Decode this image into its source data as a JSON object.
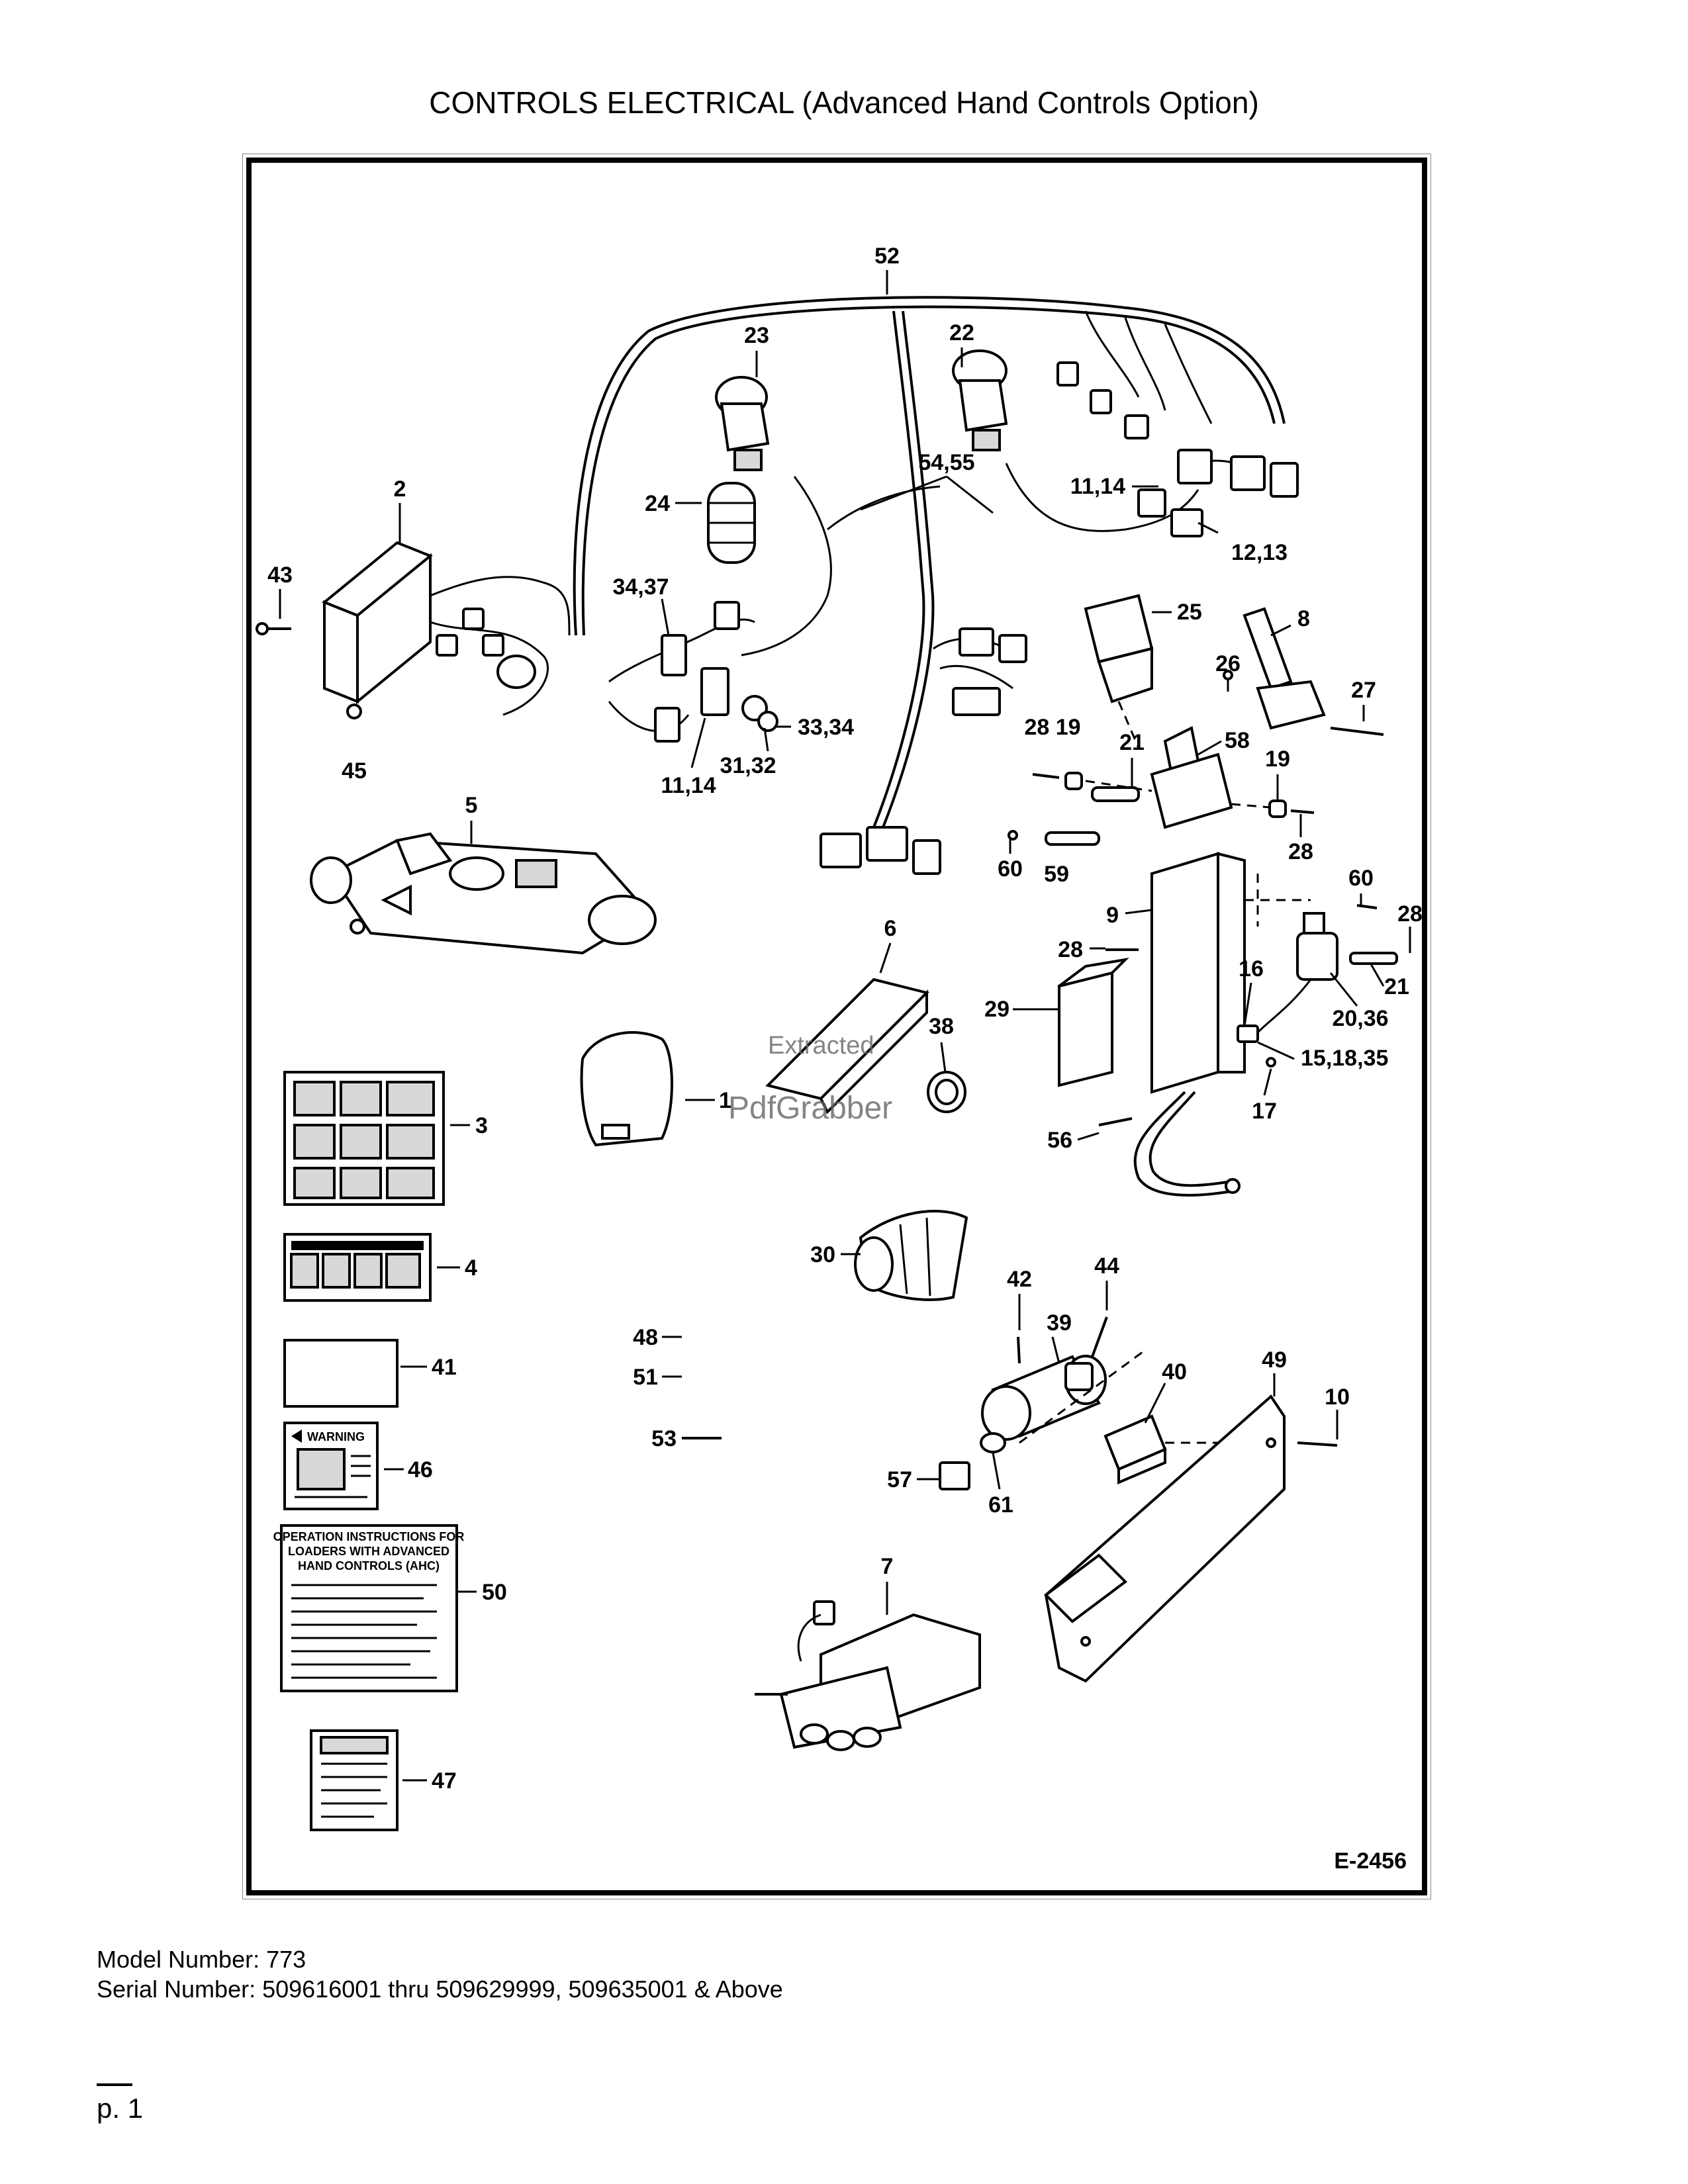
{
  "page": {
    "title": "CONTROLS ELECTRICAL (Advanced Hand Controls Option)",
    "model_number": "Model Number: 773",
    "serial_number": "Serial Number: 509616001 thru 509629999, 509635001 & Above",
    "page_number": "p. 1"
  },
  "diagram": {
    "drawing_id": "E-2456",
    "callouts": {
      "c52": "52",
      "c23": "23",
      "c22": "22",
      "c2": "2",
      "c43": "43",
      "c24": "24",
      "c5455": "54,55",
      "c1114a": "11,14",
      "c1213": "12,13",
      "c3437": "34,37",
      "c25": "25",
      "c8": "8",
      "c26": "26",
      "c27": "27",
      "c45": "45",
      "c3334": "33,34",
      "c2819": "28 19",
      "c21a": "21",
      "c58": "58",
      "c19": "19",
      "c3132": "31,32",
      "c1114b": "11,14",
      "c5": "5",
      "c60a": "60",
      "c59": "59",
      "c28a": "28",
      "c60b": "60",
      "c9": "9",
      "c28b": "28",
      "c28c": "28",
      "c6": "6",
      "c16": "16",
      "c21b": "21",
      "c29": "29",
      "c38": "38",
      "c2036": "20,36",
      "c151835": "15,18,35",
      "c1": "1",
      "c17": "17",
      "c3": "3",
      "c56": "56",
      "c4": "4",
      "c30": "30",
      "c42": "42",
      "c44": "44",
      "c48": "48",
      "c39": "39",
      "c41": "41",
      "c51": "51",
      "c40": "40",
      "c49": "49",
      "c10": "10",
      "c53": "53",
      "c46": "46",
      "c57": "57",
      "c61": "61",
      "c7": "7",
      "c50": "50",
      "c47": "47"
    },
    "decals": {
      "warning": "WARNING",
      "instructions": [
        "OPERATION INSTRUCTIONS FOR",
        "LOADERS WITH ADVANCED",
        "HAND CONTROLS (AHC)"
      ]
    },
    "watermark": {
      "line1": "Extracted",
      "line2": "PdfGrabber"
    }
  }
}
